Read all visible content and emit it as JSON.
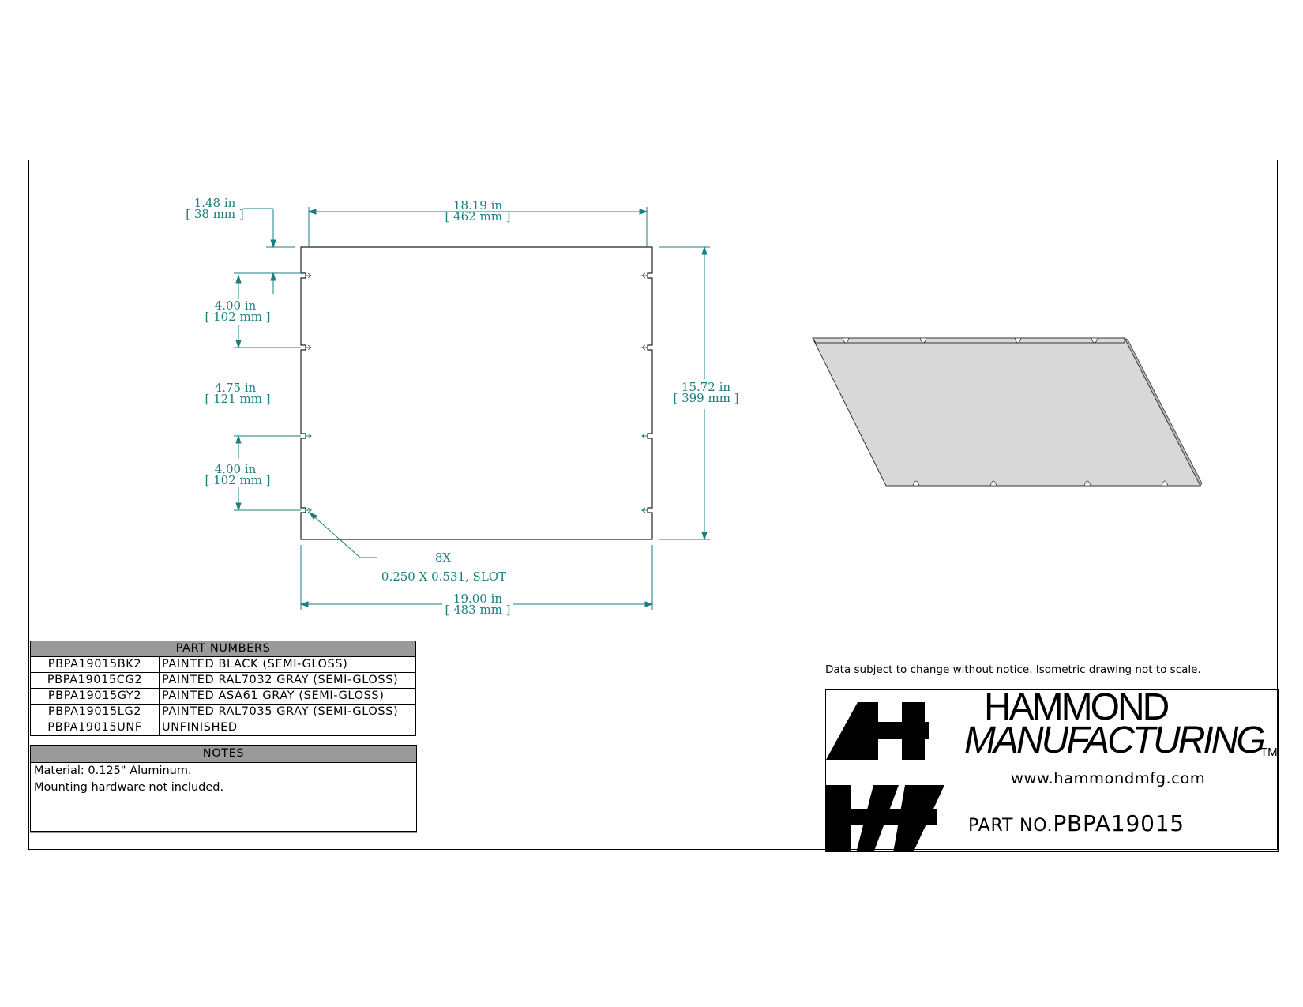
{
  "dimensions": {
    "top_offset": {
      "in": "1.48 in",
      "mm": "[ 38 mm ]"
    },
    "top_width": {
      "in": "18.19 in",
      "mm": "[ 462 mm ]"
    },
    "slot_spacing_top": {
      "in": "4.00 in",
      "mm": "[ 102 mm ]"
    },
    "slot_spacing_mid": {
      "in": "4.75 in",
      "mm": "[ 121 mm ]"
    },
    "slot_spacing_bottom": {
      "in": "4.00 in",
      "mm": "[ 102 mm ]"
    },
    "height": {
      "in": "15.72 in",
      "mm": "[ 399 mm ]"
    },
    "bottom_width": {
      "in": "19.00 in",
      "mm": "[ 483 mm ]"
    },
    "slot_count": "8X",
    "slot_size": "0.250 X 0.531, SLOT"
  },
  "part_numbers": {
    "header": "PART NUMBERS",
    "rows": [
      {
        "pn": "PBPA19015BK2",
        "desc": "PAINTED BLACK (SEMI-GLOSS)"
      },
      {
        "pn": "PBPA19015CG2",
        "desc": "PAINTED RAL7032 GRAY (SEMI-GLOSS)"
      },
      {
        "pn": "PBPA19015GY2",
        "desc": "PAINTED ASA61 GRAY (SEMI-GLOSS)"
      },
      {
        "pn": "PBPA19015LG2",
        "desc": "PAINTED RAL7035 GRAY (SEMI-GLOSS)"
      },
      {
        "pn": "PBPA19015UNF",
        "desc": "UNFINISHED"
      }
    ]
  },
  "notes": {
    "header": "NOTES",
    "lines": [
      "Material: 0.125\" Aluminum.",
      "Mounting hardware not included."
    ]
  },
  "disclaimer": "Data subject to change without notice. Isometric drawing not to scale.",
  "title_block": {
    "brand_line1": "HAMMOND",
    "brand_line2": "MANUFACTURING",
    "trademark": "TM",
    "website": "www.hammondmfg.com",
    "part_no_label": "PART NO.",
    "part_no": "PBPA19015"
  },
  "colors": {
    "dimension": "#1a7f7f",
    "table_header": "#9a9a9a",
    "iso_fill": "#d8d8d8"
  }
}
